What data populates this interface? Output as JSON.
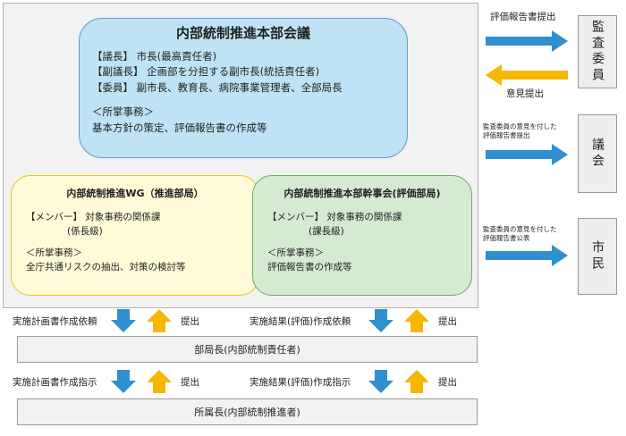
{
  "colors": {
    "blue": "#2f8fd0",
    "orange": "#f5b700",
    "hq": "#bfe3f5",
    "wg": "#fffbd9",
    "kanji": "#d4ebd2"
  },
  "hq": {
    "title": "内部統制推進本部会議",
    "lines": [
      "【議長】 市長(最高責任者)",
      "【副議長】 企画部を分担する副市長(統括責任者)",
      "【委員】 副市長、教育長、病院事業管理者、全部局長",
      "",
      "＜所掌事務＞",
      "基本方針の策定、評価報告書の作成等"
    ]
  },
  "wg": {
    "title": "内部統制推進WG（推進部局）",
    "member_label": "【メンバー】 対象事務の関係課",
    "member_sub": "(係長級)",
    "duty_label": "＜所掌事務＞",
    "duty": "全庁共通リスクの抽出、対策の検討等"
  },
  "kanji": {
    "title": "内部統制推進本部幹事会(評価部局)",
    "member_label": "【メンバー】 対象事務の関係課",
    "member_sub": "(課長級)",
    "duty_label": "＜所掌事務＞",
    "duty": "評価報告書の作成等"
  },
  "right": {
    "audit": "監査委員",
    "council": "議会",
    "citizens": "市民",
    "send_report": "評価報告書提出",
    "opinion": "意見提出",
    "council_note_1": "監査委員の意見を付した",
    "council_note_2": "評価報告書提出",
    "citizen_note_1": "監査委員の意見を付した",
    "citizen_note_2": "評価報告書公表"
  },
  "flow": {
    "plan_request": "実施計画書作成依頼",
    "submit": "提出",
    "result_request": "実施結果(評価)作成依頼",
    "dept_head": "部局長(内部統制責任者)",
    "plan_instruct": "実施計画書作成指示",
    "result_instruct": "実施結果(評価)作成指示",
    "section_head": "所属長(内部統制推進者)"
  }
}
